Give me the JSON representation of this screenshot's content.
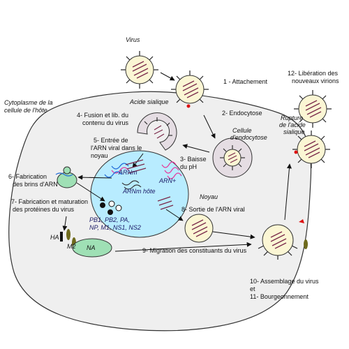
{
  "labels": {
    "virus": "Virus",
    "cytoplasm": [
      "Cytoplasme de la",
      "cellule de l'hôte"
    ],
    "sialic_acid": "Acide sialique",
    "nucleus": "Noyau",
    "endocytosis_cell": [
      "Cellule",
      "d'endocytose"
    ],
    "sialic_rupture": [
      "Rupture",
      "de l'acide",
      "sialique"
    ],
    "arnm": "ARNm",
    "arn_plus": "ARN+",
    "arnm_host": "ARNm hôte",
    "proteins": [
      "PB1, PB2, PA,",
      "NP, M1, NS1, NS2"
    ],
    "ha": "HA",
    "m2": "M2",
    "na": "NA"
  },
  "steps": {
    "s1": "1 - Attachement",
    "s2": "2-  Endocytose",
    "s3": [
      "3- Baisse",
      "du pH"
    ],
    "s4": [
      "4- Fusion et lib. du",
      "contenu du virus"
    ],
    "s5": [
      "5- Entrée de",
      "l'ARN viral dans le",
      "noyau"
    ],
    "s6": [
      "6- Fabrication",
      "des brins d'ARN"
    ],
    "s7": [
      "7- Fabrication et maturation",
      "des protéines du virus"
    ],
    "s8": "8- Sortie de l'ARN viral",
    "s9": "9- Migration des constituants du virus",
    "s10": [
      "10- Assemblage du virus",
      "et",
      "11- Bourgeonnement"
    ],
    "s12": [
      "12- Libération des",
      "nouveaux virions"
    ]
  },
  "colors": {
    "cell_fill": "#efefef",
    "nucleus_fill": "#b8ecff",
    "virus_fill": "#fbf6d4",
    "rna_color": "#7a2a4a",
    "ribosome_green": "#9fe0b5",
    "receptor_red": "#dd1111",
    "spike_olive": "#6e6a1c"
  }
}
